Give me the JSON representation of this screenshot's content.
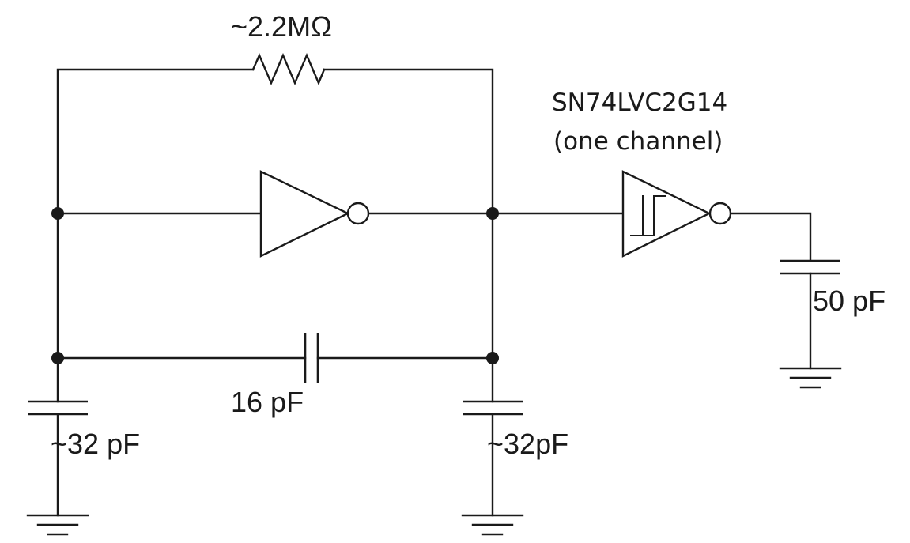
{
  "feedback_resistor": {
    "value": "~2.2MΩ"
  },
  "series_capacitor": {
    "value": "16 pF"
  },
  "left_load_capacitor": {
    "value": "~32 pF"
  },
  "right_load_capacitor": {
    "value": "~32pF"
  },
  "output_load_capacitor": {
    "value": "50 pF"
  },
  "buffer": {
    "part": "SN74LVC2G14",
    "note": "(one channel)"
  },
  "colors": {
    "line": "#1a1a1a",
    "background": "#ffffff"
  }
}
